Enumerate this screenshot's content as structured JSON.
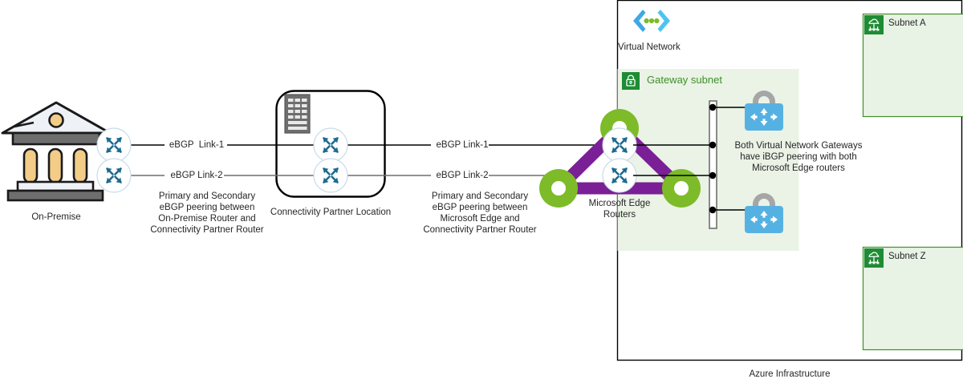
{
  "diagram": {
    "title": "ExpressRoute / Azure connectivity topology",
    "colors": {
      "azure_border": "#000000",
      "gateway_subnet_fill": "#eaf3e6",
      "gateway_subnet_badge": "#1e8c34",
      "subnet_fill": "#e8f3e5",
      "subnet_border": "#3f8f29",
      "subnet_badge": "#1e8c34",
      "edge_ring_green": "#7dbb29",
      "edge_link_purple": "#7a1f96",
      "router_arrow_teal": "#1b6b8f",
      "gateway_blue": "#56b1e3",
      "gateway_lock_gray": "#a6a6a6",
      "line_gray": "#6f6f6f",
      "line_black": "#000000",
      "bank_gold": "#f3cc87",
      "bank_gray": "#6e6e6e",
      "building_gray": "#6e6e6e",
      "vnet_icon_blue": "#3ea8e5",
      "vnet_icon_green": "#7dbb29"
    },
    "onpremise": {
      "icon": "bank-building-icon",
      "label": "On-Premise",
      "routers": [
        {
          "name": "on-premise-router-primary"
        },
        {
          "name": "on-premise-router-secondary"
        }
      ]
    },
    "partner": {
      "icon": "server-rack-icon",
      "label": "Connectivity Partner Location",
      "routers": [
        {
          "name": "partner-router-primary"
        },
        {
          "name": "partner-router-secondary"
        }
      ]
    },
    "links_left": [
      {
        "label": "eBGP  Link-1"
      },
      {
        "label": "eBGP Link-2"
      }
    ],
    "links_right": [
      {
        "label": "eBGP Link-1"
      },
      {
        "label": "eBGP Link-2"
      }
    ],
    "note_left": "Primary and Secondary\neBGP peering between\nOn-Premise Router and\nConnectivity Partner Router",
    "note_right": "Primary and Secondary\neBGP peering between\nMicrosoft Edge and\nConnectivity Partner Router",
    "edge": {
      "label": "Microsoft Edge\nRouters",
      "routers": [
        {
          "name": "microsoft-edge-router-1"
        },
        {
          "name": "microsoft-edge-router-2"
        }
      ],
      "rings": [
        {
          "name": "edge-node-top"
        },
        {
          "name": "edge-node-left"
        },
        {
          "name": "edge-node-right"
        }
      ]
    },
    "azure": {
      "label": "Azure Infrastructure",
      "virtual_network": {
        "icon": "virtual-network-icon",
        "label": "Virtual Network"
      },
      "gateway_subnet": {
        "icon": "lock-icon",
        "label": "Gateway subnet",
        "note": "Both Virtual Network Gateways\nhave iBGP peering with both\nMicrosoft Edge routers",
        "gateways": [
          {
            "name": "virtual-network-gateway-1",
            "icon": "vpn-gateway-icon"
          },
          {
            "name": "virtual-network-gateway-2",
            "icon": "vpn-gateway-icon"
          }
        ]
      },
      "subnets": [
        {
          "icon": "subnet-icon",
          "label": "Subnet A"
        },
        {
          "icon": "subnet-icon",
          "label": "Subnet Z"
        }
      ]
    }
  }
}
